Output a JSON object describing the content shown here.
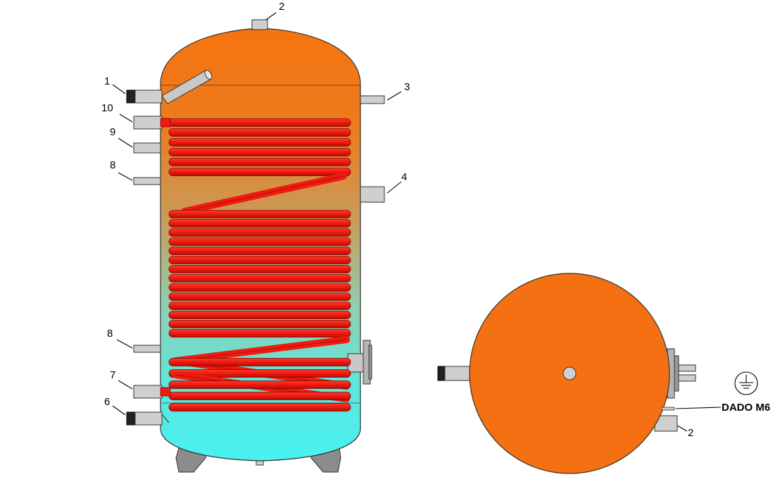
{
  "diagram": {
    "side_view": {
      "callouts": [
        "2",
        "1",
        "10",
        "9",
        "8",
        "3",
        "4",
        "8",
        "7",
        "6"
      ]
    },
    "top_view": {
      "callouts": [
        "2"
      ],
      "ground_label": "DADO M6"
    },
    "colors": {
      "tank_top": "#f57410",
      "tank_bottom": "#47f2f2",
      "coil": "#ef1a10",
      "pipe": "#cfcfcf",
      "feet": "#8c8c8c",
      "top_view_fill": "#f57012"
    }
  }
}
